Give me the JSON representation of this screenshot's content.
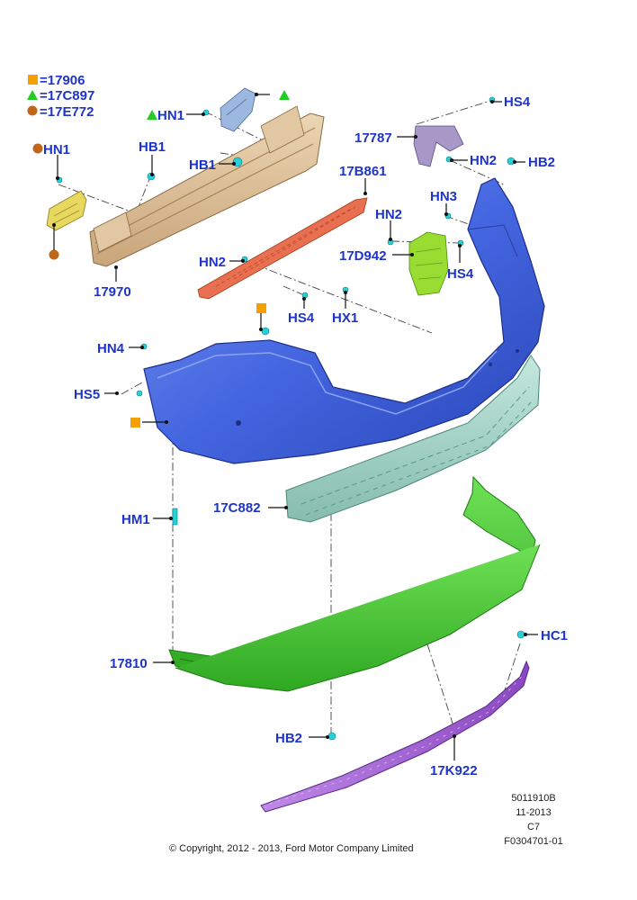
{
  "legend": [
    {
      "symbol": "square",
      "color": "#f5a000",
      "code": "17906"
    },
    {
      "symbol": "triangle",
      "color": "#22cc22",
      "code": "17C897"
    },
    {
      "symbol": "circle",
      "color": "#c0661a",
      "code": "17E772"
    }
  ],
  "labels": {
    "hn1_top": "HN1",
    "hn1_left": "HN1",
    "hb1_a": "HB1",
    "hb1_b": "HB1",
    "p17970": "17970",
    "p17b861": "17B861",
    "hn2_mid": "HN2",
    "hs4_mid": "HS4",
    "hx1": "HX1",
    "p17787": "17787",
    "hs4_top": "HS4",
    "hn2_r": "HN2",
    "hb2_r": "HB2",
    "hn3": "HN3",
    "hn2_r2": "HN2",
    "p17d942": "17D942",
    "hs4_r": "HS4",
    "hn4": "HN4",
    "hs5": "HS5",
    "p17c882": "17C882",
    "hm1": "HM1",
    "p17810": "17810",
    "hc1": "HC1",
    "hb2_b": "HB2",
    "p17k922": "17K922"
  },
  "footer": {
    "doc_id": "5011910B",
    "date": "11-2013",
    "rev": "C7",
    "fig": "F0304701-01",
    "copyright": "© Copyright, 2012 - 2013, Ford Motor Company Limited"
  },
  "colors": {
    "label": "#1e34c8",
    "reinforcement": "#d8b890",
    "bumper_cover": "#4466e0",
    "absorber": "#a8d8cc",
    "valance": "#44cc33",
    "molding": "#a060d0",
    "bracket_red": "#e87050",
    "bracket_green": "#99dd33",
    "bracket_yellow": "#e8d860",
    "bracket_purple": "#a898c8",
    "bracket_blue": "#88aadd"
  }
}
